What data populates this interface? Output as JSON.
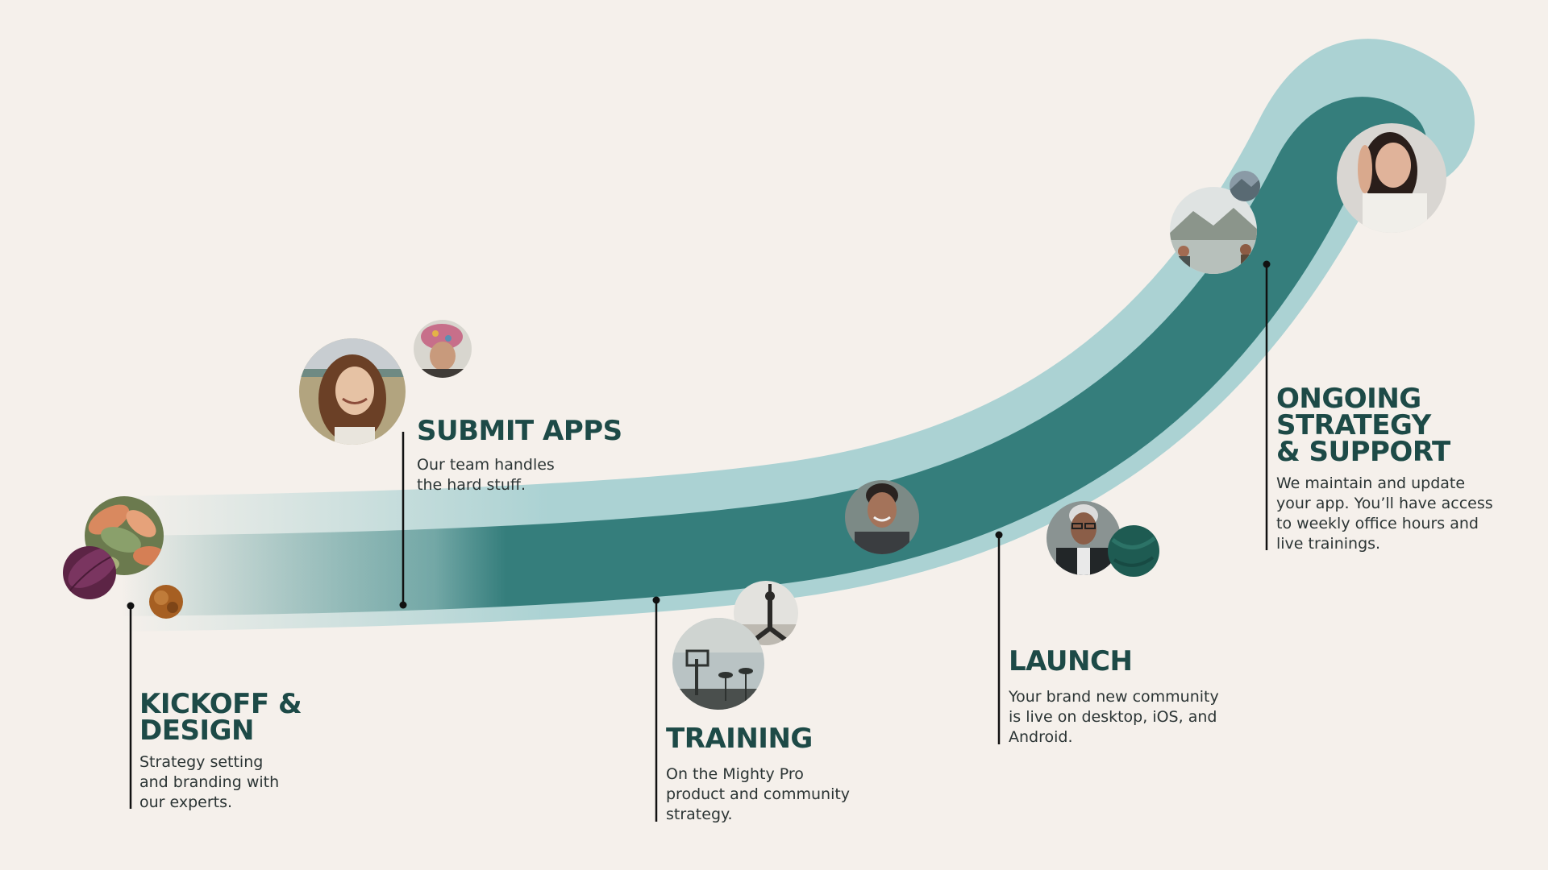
{
  "colors": {
    "background": "#f5f0eb",
    "road_outer": "#abd2d3",
    "road_inner": "#357e7c",
    "heading": "#1d4a47",
    "body_text": "#2b3434",
    "connector": "#111111"
  },
  "stages": [
    {
      "id": "kickoff",
      "title": "KICKOFF &\nDESIGN",
      "description": "Strategy setting\nand branding with\nour experts."
    },
    {
      "id": "submit",
      "title": "SUBMIT APPS",
      "description": "Our team handles\nthe hard stuff."
    },
    {
      "id": "training",
      "title": "TRAINING",
      "description": "On the Mighty Pro\nproduct and community\nstrategy."
    },
    {
      "id": "launch",
      "title": "LAUNCH",
      "description": "Your brand new community\nis live on desktop, iOS, and\nAndroid."
    },
    {
      "id": "ongoing",
      "title": "ONGOING\nSTRATEGY\n& SUPPORT",
      "description": "We maintain and update\nyour app. You’ll have access\nto weekly office hours and\nlive trainings."
    }
  ],
  "photos": [
    {
      "subject": "orange-flowers-photo"
    },
    {
      "subject": "purple-leaf-photo"
    },
    {
      "subject": "brown-texture-photo"
    },
    {
      "subject": "smiling-woman-photo"
    },
    {
      "subject": "cyclist-helmet-photo"
    },
    {
      "subject": "yoga-pose-photo"
    },
    {
      "subject": "basketball-hoop-palms-photo"
    },
    {
      "subject": "smiling-man-photo"
    },
    {
      "subject": "man-with-glasses-photo"
    },
    {
      "subject": "green-fabric-photo"
    },
    {
      "subject": "people-by-lake-photo"
    },
    {
      "subject": "small-landscape-photo"
    },
    {
      "subject": "woman-portrait-photo"
    }
  ]
}
